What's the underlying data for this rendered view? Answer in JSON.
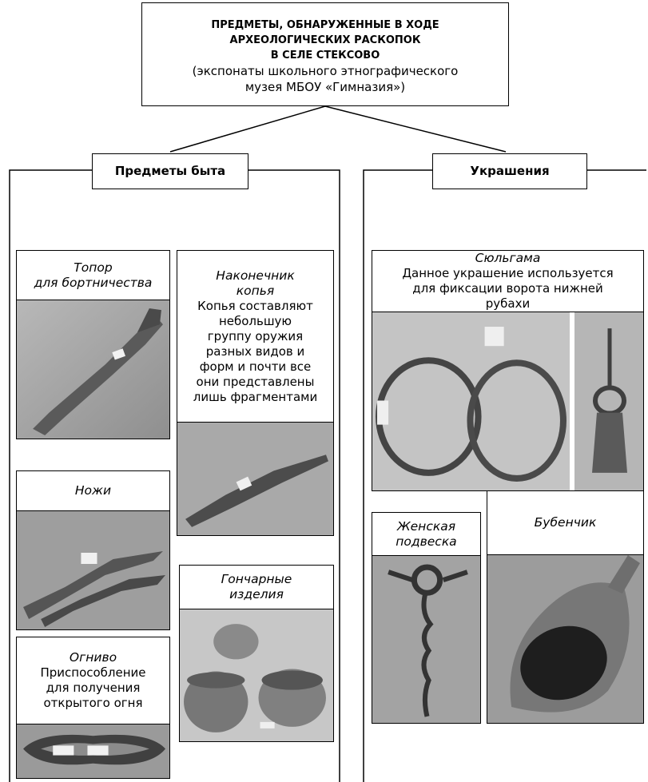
{
  "title": {
    "line1": "ПРЕДМЕТЫ, ОБНАРУЖЕННЫЕ В ХОДЕ",
    "line2": "АРХЕОЛОГИЧЕСКИХ РАСКОПОК",
    "line3": "В СЕЛЕ СТЕКСОВО",
    "line4": "(экспонаты школьного этнографического",
    "line5": "музея МБОУ «Гимназия»)"
  },
  "categories": {
    "household": {
      "label": "Предметы быта",
      "items": {
        "axe": {
          "name_l1": "Топор",
          "name_l2": "для бортничества"
        },
        "spear": {
          "name_l1": "Наконечник",
          "name_l2": "копья",
          "desc": [
            "Копья составляют",
            "небольшую",
            "группу оружия",
            "разных видов и",
            "форм и почти все",
            "они представлены",
            "лишь фрагментами"
          ]
        },
        "knives": {
          "name": "Ножи"
        },
        "pottery": {
          "name_l1": "Гончарные",
          "name_l2": "изделия"
        },
        "flint": {
          "name": "Огниво",
          "desc": [
            "Приспособление",
            "для получения",
            "открытого огня"
          ]
        }
      }
    },
    "jewelry": {
      "label": "Украшения",
      "items": {
        "sulgama": {
          "name": "Сюльгама",
          "desc": [
            "Данное украшение используется",
            "для фиксации ворота нижней",
            "рубахи"
          ]
        },
        "pendant": {
          "name_l1": "Женская",
          "name_l2": "подвеска"
        },
        "bell": {
          "name": "Бубенчик"
        }
      }
    }
  },
  "photo_labels": {
    "knives_tag": "",
    "flint_tag1": "",
    "flint_tag2": ""
  }
}
